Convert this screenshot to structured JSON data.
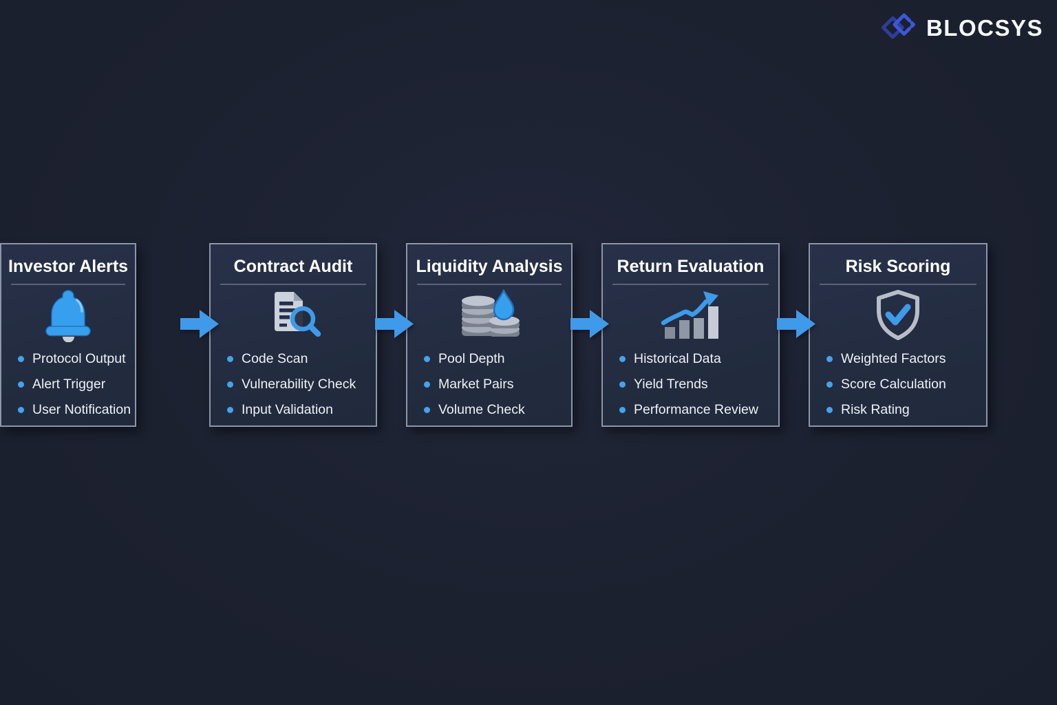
{
  "brand": {
    "name": "BLOCSYS",
    "logo_icon": "overlapping-diamonds-icon"
  },
  "colors": {
    "background": "#1c2130",
    "card_fill": "#242d42",
    "card_border": "#8c96a9",
    "accent_blue": "#3f9ae9",
    "icon_blue": "#37a0ee",
    "icon_gray_light": "#c9ced8",
    "icon_gray_mid": "#8d95a3",
    "text": "#eef1f6",
    "logo_dark_blue": "#2d3f97",
    "logo_bright_blue": "#3c57d9"
  },
  "pipeline": {
    "connector": {
      "shape": "arrow-right",
      "color": "#3f9ae9",
      "count": 4
    },
    "stages": [
      {
        "title": "Contract Audit",
        "icon": "document-magnifier-icon",
        "items": [
          "Code Scan",
          "Vulnerability Check",
          "Input Validation"
        ]
      },
      {
        "title": "Liquidity Analysis",
        "icon": "coins-droplet-icon",
        "items": [
          "Pool Depth",
          "Market Pairs",
          "Volume Check"
        ]
      },
      {
        "title": "Return Evaluation",
        "icon": "trend-chart-icon",
        "items": [
          "Historical Data",
          "Yield Trends",
          "Performance Review"
        ]
      },
      {
        "title": "Risk Scoring",
        "icon": "shield-check-icon",
        "items": [
          "Weighted Factors",
          "Score Calculation",
          "Risk Rating"
        ]
      },
      {
        "title": "Investor Alerts",
        "icon": "bell-icon",
        "items": [
          "Protocol Output",
          "Alert Trigger",
          "User Notification"
        ]
      }
    ]
  }
}
